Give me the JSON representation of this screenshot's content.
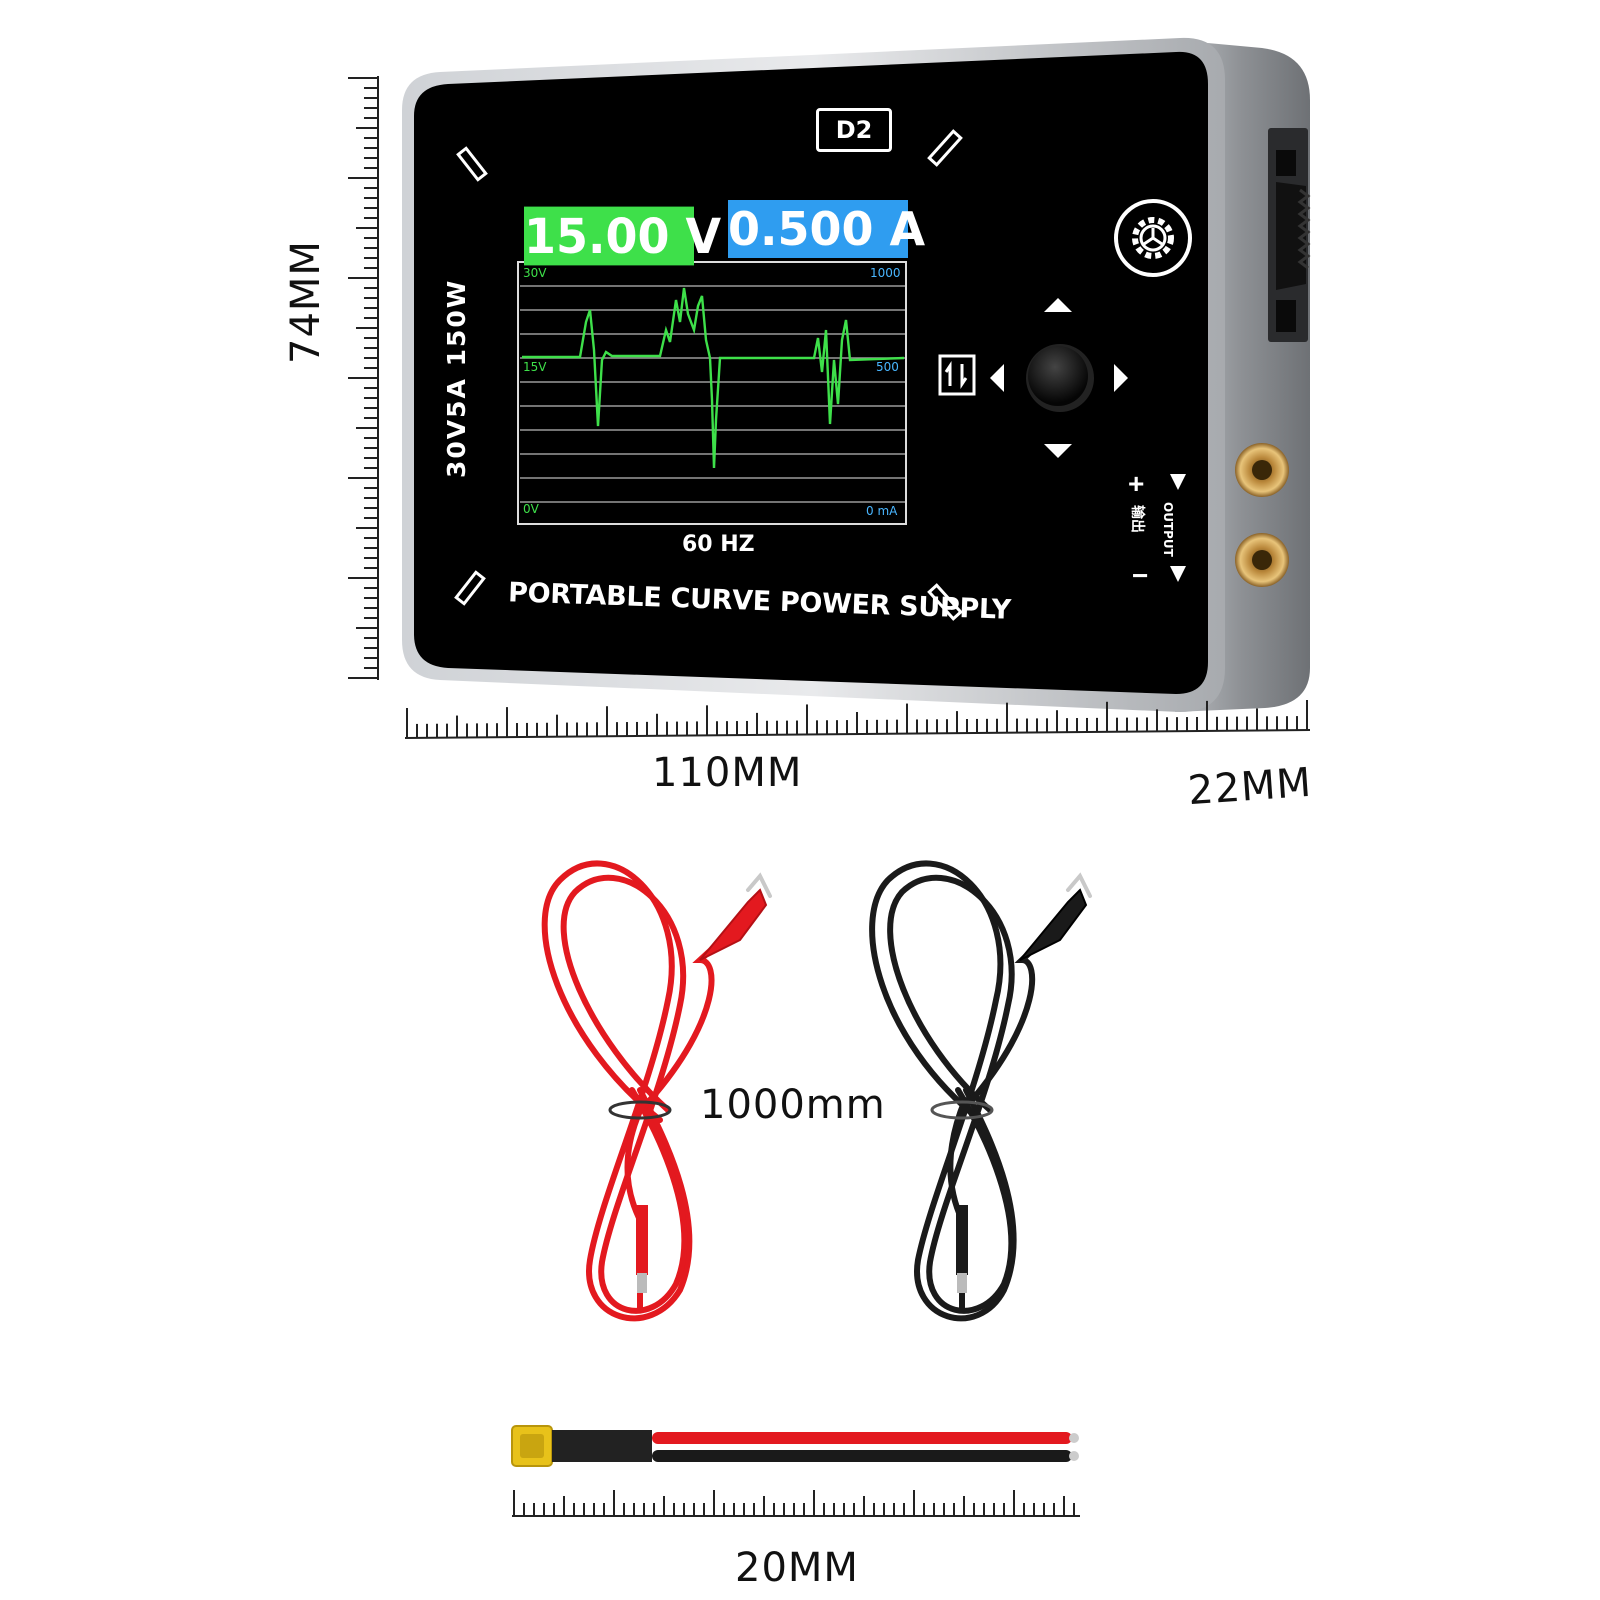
{
  "device": {
    "model_badge": "D2",
    "spec_label": "30V5A  150W",
    "voltage_reading": "15.00 V",
    "current_reading": "0.500 A",
    "graph_left_top": "30V",
    "graph_left_mid": "15V",
    "graph_left_bottom": "0V",
    "graph_right_top": "1000",
    "graph_right_mid": "500",
    "graph_right_bottom": "0 mA",
    "frequency": "60 HZ",
    "product_title": "PORTABLE CURVE POWER SUPPLY",
    "output_label_en": "OUTPUT",
    "output_label_cn": "输出",
    "plus_sign": "+",
    "minus_sign": "−"
  },
  "dimensions": {
    "height": "74MM",
    "width": "110MM",
    "depth": "22MM",
    "cable_length": "1000mm",
    "connector_length": "20MM"
  },
  "icons": [
    "gear-icon",
    "swap-icon",
    "arrow-up-icon",
    "arrow-down-icon",
    "arrow-left-icon",
    "arrow-right-icon",
    "joystick-knob",
    "red-test-lead",
    "black-test-lead",
    "xt-connector-cable"
  ],
  "colors": {
    "voltage_green": "#3ee04a",
    "current_blue": "#2f9df0",
    "lead_red": "#e3191f",
    "lead_black": "#1a1a1a",
    "connector_yellow": "#e8c21a"
  }
}
